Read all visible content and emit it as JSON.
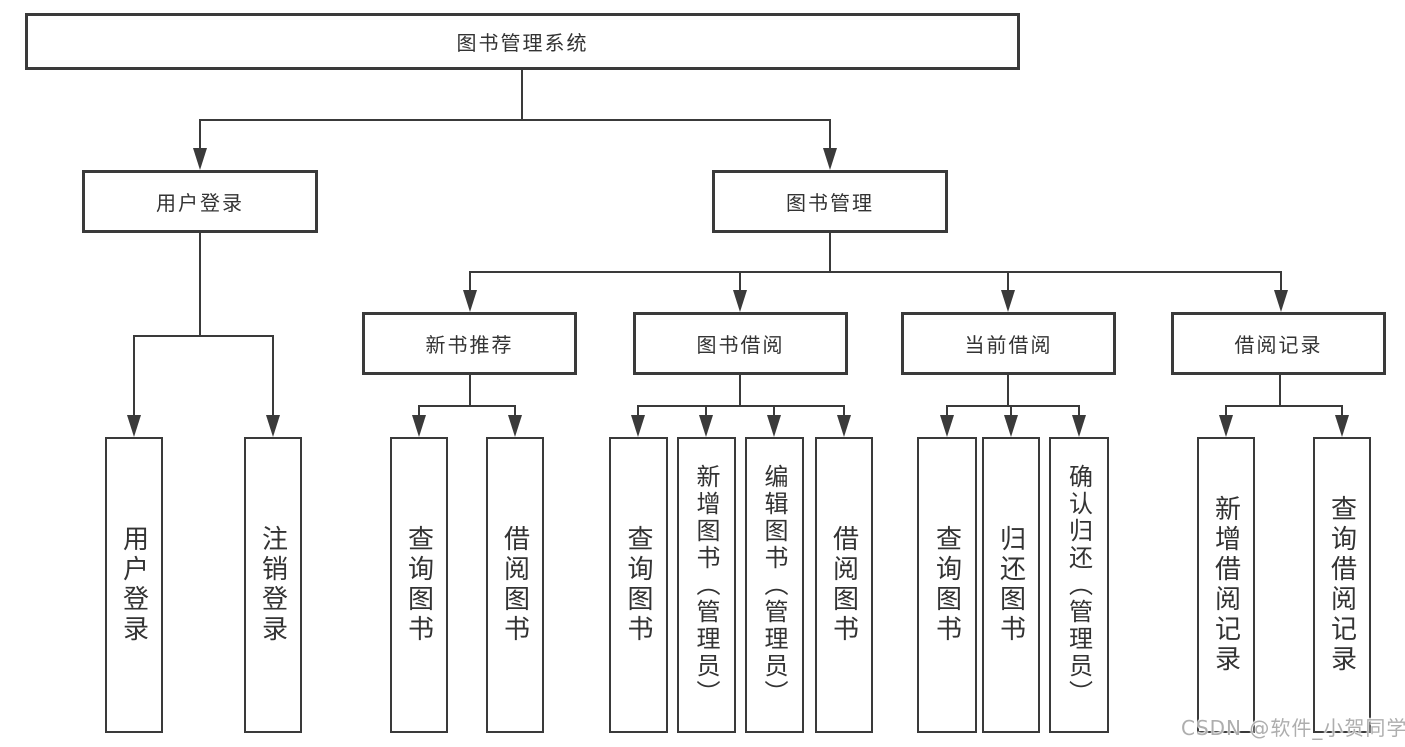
{
  "diagram_title": "图书管理系统",
  "watermark": "CSDN @软件_小贺同学",
  "colors": {
    "line": "#3a3a3a",
    "text": "#333333",
    "background": "#ffffff",
    "watermark": "#aeaeae"
  },
  "tree": {
    "label": "图书管理系统",
    "children": [
      {
        "label": "用户登录",
        "children": [
          {
            "label": "用户登录"
          },
          {
            "label": "注销登录"
          }
        ]
      },
      {
        "label": "图书管理",
        "children": [
          {
            "label": "新书推荐",
            "children": [
              {
                "label": "查询图书"
              },
              {
                "label": "借阅图书"
              }
            ]
          },
          {
            "label": "图书借阅",
            "children": [
              {
                "label": "查询图书"
              },
              {
                "label": "新增图书（管理员）"
              },
              {
                "label": "编辑图书（管理员）"
              },
              {
                "label": "借阅图书"
              }
            ]
          },
          {
            "label": "当前借阅",
            "children": [
              {
                "label": "查询图书"
              },
              {
                "label": "归还图书"
              },
              {
                "label": "确认归还（管理员）"
              }
            ]
          },
          {
            "label": "借阅记录",
            "children": [
              {
                "label": "新增借阅记录"
              },
              {
                "label": "查询借阅记录"
              }
            ]
          }
        ]
      }
    ]
  }
}
